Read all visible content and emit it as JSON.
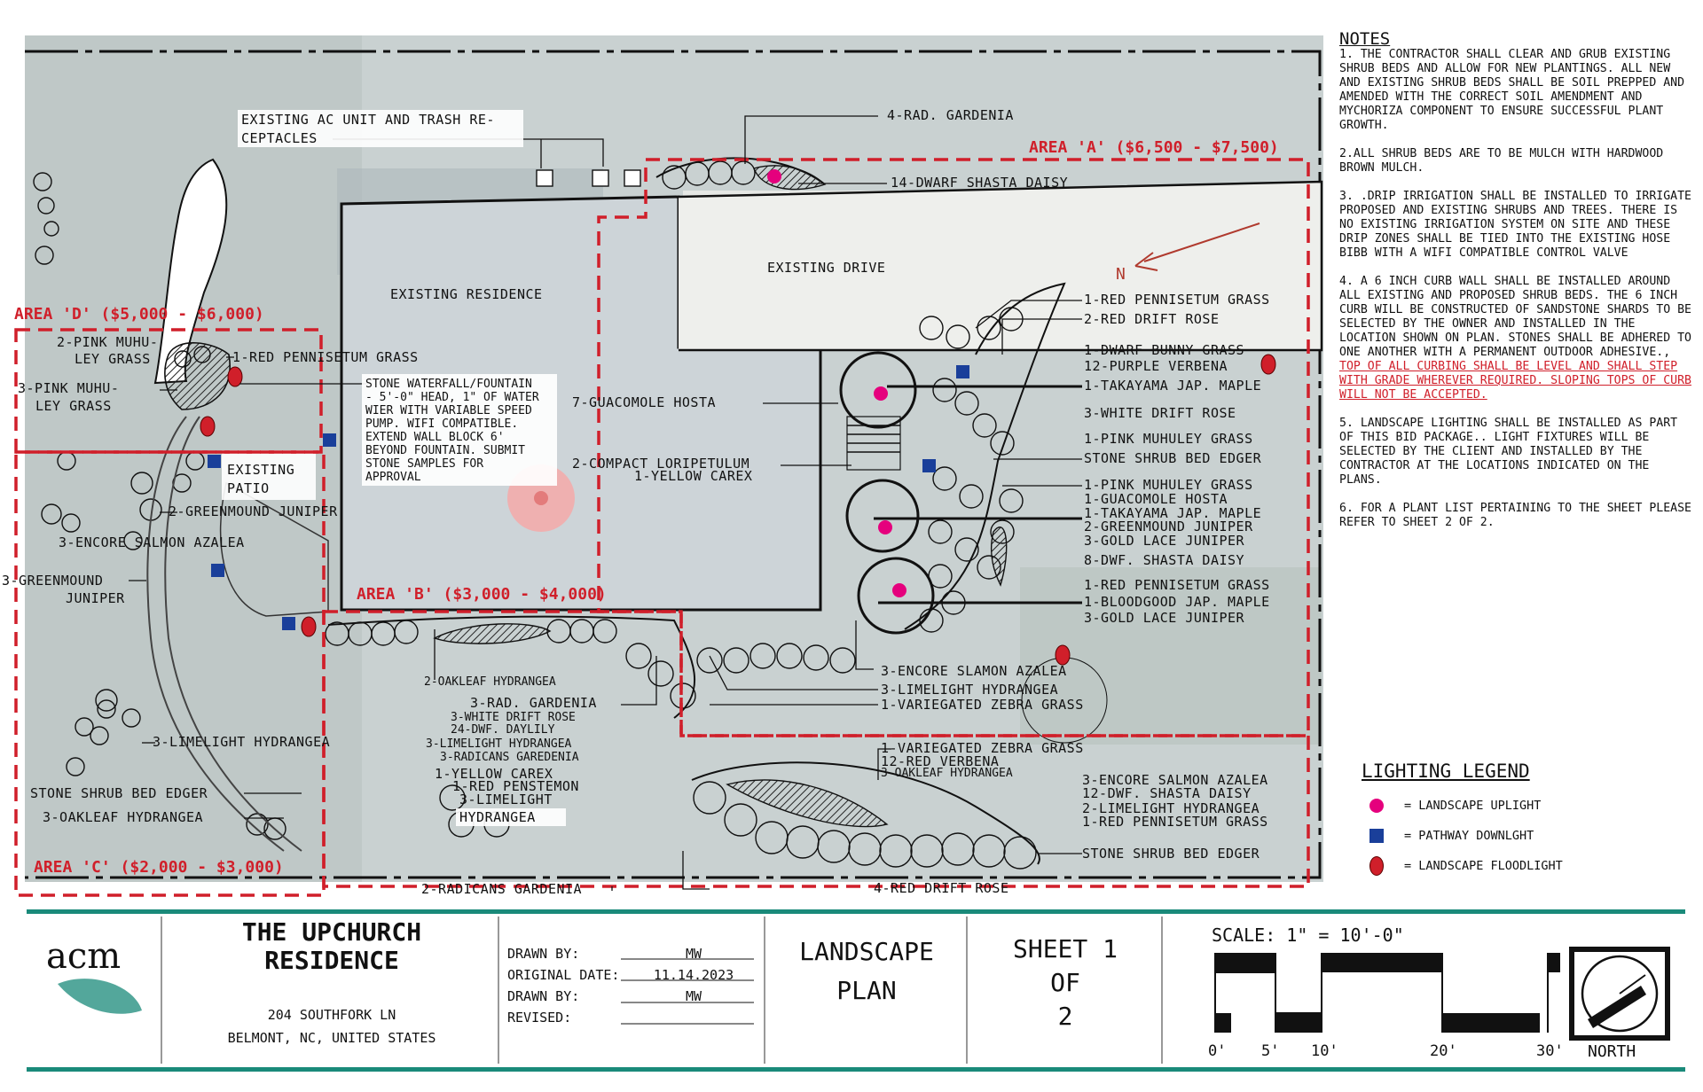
{
  "site": {
    "existing_residence": "EXISTING RESIDENCE",
    "existing_drive": "EXISTING DRIVE",
    "existing_patio_1": "EXISTING",
    "existing_patio_2": "PATIO",
    "north_letter": "N"
  },
  "areas": {
    "a": "AREA 'A' ($6,500 - $7,500)",
    "b": "AREA 'B' ($3,000 - $4,000)",
    "c": "AREA 'C' ($2,000 - $3,000)",
    "d": "AREA 'D' ($5,000 - $6,000)"
  },
  "callouts": {
    "ac_1": "EXISTING AC UNIT AND TRASH RE-",
    "ac_2": "CEPTACLES",
    "rad_gardenia_4": "4-RAD. GARDENIA",
    "shasta_14": "14-DWARF SHASTA DAISY",
    "fountain_1": "STONE WATERFALL/FOUNTAIN",
    "fountain_2": "- 5'-0\" HEAD, 1\" OF WATER",
    "fountain_3": "WIER WITH VARIABLE SPEED",
    "fountain_4": "PUMP. WIFI COMPATIBLE.",
    "fountain_5": "EXTEND WALL BLOCK 6'",
    "fountain_6": "BEYOND FOUNTAIN. SUBMIT",
    "fountain_7": "STONE SAMPLES FOR",
    "fountain_8": "APPROVAL",
    "d_muhly2_1": "2-PINK MUHU-",
    "d_muhly2_2": "LEY GRASS",
    "d_penn": "1-RED PENNISETUM GRASS",
    "d_muhly3_1": "3-PINK MUHU-",
    "d_muhly3_2": "LEY GRASS",
    "guac_7": "7-GUACOMOLE HOSTA",
    "loripetulum": "2-COMPACT LORIPETULUM",
    "yellow_carex_1": "1-YELLOW CAREX",
    "greenmound_2": "2-GREENMOUND JUNIPER",
    "encore_3_left": "3-ENCORE SALMON AZALEA",
    "greenmound_3_1": "3-GREENMOUND",
    "greenmound_3_2": "JUNIPER",
    "limelight_3_left": "3-LIMELIGHT HYDRANGEA",
    "edger_left": "STONE SHRUB BED EDGER",
    "oakleaf_3": "3-OAKLEAF HYDRANGEA",
    "radicans_2": "2-RADICANS GARDENIA",
    "oakleaf_2": "2-OAKLEAF HYDRANGEA",
    "rad_gardenia_3": "3-RAD. GARDENIA",
    "white_drift_3": "3-WHITE DRIFT ROSE",
    "daylily_24": "24-DWF. DAYLILY",
    "limelight_3_mid": "3-LIMELIGHT HYDRANGEA",
    "radicans_3": "3-RADICANS GAREDENIA",
    "yellow_carex_1b": "1-YELLOW CAREX",
    "penstemon_1": "1-RED PENSTEMON",
    "limelight_3b_1": "3-LIMELIGHT",
    "limelight_3b_2": "HYDRANGEA",
    "r_penn_1": "1-RED PENNISETUM GRASS",
    "r_drift_2": "2-RED DRIFT ROSE",
    "r_bunny": "1-DWARF BUNNY GRASS",
    "r_verbena_12": "12-PURPLE VERBENA",
    "r_taka_1": "1-TAKAYAMA JAP. MAPLE",
    "r_white_drift": "3-WHITE DRIFT ROSE",
    "r_pink_muhly_a": "1-PINK MUHULEY GRASS",
    "r_edger_a": "STONE SHRUB BED EDGER",
    "r_pink_muhly_b": "1-PINK MUHULEY GRASS",
    "r_guac_1": "1-GUACOMOLE HOSTA",
    "r_taka_2": "1-TAKAYAMA JAP. MAPLE",
    "r_greenmound": "2-GREENMOUND JUNIPER",
    "r_gold_lace_a": "3-GOLD LACE JUNIPER",
    "r_shasta_8": "8-DWF. SHASTA DAISY",
    "r_penn_2": "1-RED PENNISETUM GRASS",
    "r_bloodgood": "1-BLOODGOOD JAP. MAPLE",
    "r_gold_lace_b": "3-GOLD LACE JUNIPER",
    "m_encore": "3-ENCORE SLAMON AZALEA",
    "m_limelight": "3-LIMELIGHT HYDRANGEA",
    "m_zebra": "1-VARIEGATED ZEBRA GRASS",
    "s_zebra": "1-VARIEGATED ZEBRA GRASS",
    "s_verbena": "12-RED VERBENA",
    "s_oakleaf": "3-OAKLEAF HYDRANGEA",
    "s_encore": "3-ENCORE SALMON AZALEA",
    "s_shasta": "12-DWF. SHASTA DAISY",
    "s_limelight": "2-LIMELIGHT HYDRANGEA",
    "s_penn": "1-RED PENNISETUM GRASS",
    "s_edger": "STONE SHRUB BED EDGER",
    "s_drift_4": "4-RED DRIFT ROSE"
  },
  "notes": {
    "title": "NOTES",
    "n1": "1. THE CONTRACTOR SHALL CLEAR AND GRUB EXISTING SHRUB BEDS AND ALLOW FOR NEW PLANTINGS. ALL NEW AND EXISTING SHRUB BEDS SHALL BE SOIL PREPPED AND AMENDED WITH THE CORRECT SOIL AMENDMENT AND MYCHORIZA COMPONENT TO ENSURE SUCCESSFUL PLANT GROWTH.",
    "n2": "2.ALL SHRUB BEDS ARE TO BE MULCH WITH HARDWOOD BROWN MULCH.",
    "n3": "3. .DRIP IRRIGATION SHALL BE INSTALLED TO IRRIGATE PROPOSED AND EXISTING SHRUBS AND TREES. THERE IS NO EXISTING IRRIGATION SYSTEM ON SITE AND THESE DRIP ZONES SHALL BE TIED INTO THE EXISTING HOSE BIBB WITH A WIFI COMPATIBLE CONTROL VALVE",
    "n4a": "4. A 6 INCH CURB WALL SHALL BE INSTALLED AROUND ALL EXISTING AND PROPOSED SHRUB BEDS. THE 6 INCH CURB WILL BE CONSTRUCTED OF SANDSTONE SHARDS TO BE SELECTED BY THE OWNER AND INSTALLED IN THE LOCATION SHOWN ON PLAN. STONES SHALL BE ADHERED TO ONE ANOTHER WITH A PERMANENT OUTDOOR ADHESIVE.,",
    "n4b": "TOP OF ALL CURBING SHALL BE LEVEL AND SHALL STEP WITH GRADE WHEREVER REQUIRED. SLOPING TOPS OF CURB WILL NOT BE ACCEPTED.",
    "n5": "5. LANDSCAPE LIGHTING SHALL BE INSTALLED AS PART OF THIS BID PACKAGE.. LIGHT FIXTURES WILL BE SELECTED BY THE CLIENT AND INSTALLED BY THE CONTRACTOR AT THE LOCATIONS INDICATED ON THE PLANS.",
    "n6": "6. FOR A PLANT LIST PERTAINING TO THE SHEET PLEASE REFER TO SHEET 2 OF 2."
  },
  "legend": {
    "title": "LIGHTING LEGEND",
    "uplight": "= LANDSCAPE UPLIGHT",
    "downlight": "= PATHWAY DOWNLGHT",
    "floodlight": "= LANDSCAPE FLOODLIGHT"
  },
  "title_block": {
    "logo": "acm",
    "project_1": "THE UPCHURCH",
    "project_2": "RESIDENCE",
    "address_1": "204 SOUTHFORK LN",
    "address_2": "BELMONT, NC, UNITED STATES",
    "drawn_by_label": "DRAWN BY:",
    "drawn_by_value": "MW",
    "orig_date_label": "ORIGINAL DATE:",
    "orig_date_value": "11.14.2023",
    "drawn_by2_label": "DRAWN BY:",
    "drawn_by2_value": "MW",
    "revised_label": "REVISED:",
    "sheet_name_1": "LANDSCAPE",
    "sheet_name_2": "PLAN",
    "sheet_1": "SHEET 1",
    "sheet_2": "OF",
    "sheet_3": "2",
    "scale": "SCALE: 1\" = 10'-0\"",
    "tick_0": "0'",
    "tick_5": "5'",
    "tick_10": "10'",
    "tick_20": "20'",
    "tick_30": "30'",
    "north": "NORTH"
  },
  "colors": {
    "area_red": "#d01f2a",
    "uplight": "#e5007d",
    "downlight": "#1a3f9a",
    "border_teal": "#1a8a7a"
  }
}
